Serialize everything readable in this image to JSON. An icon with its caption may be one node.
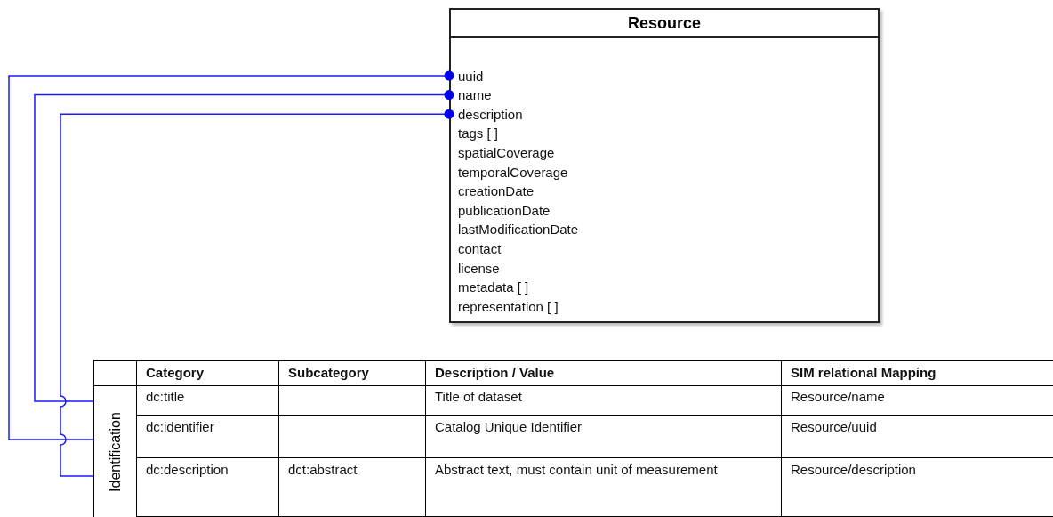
{
  "diagram": {
    "nodes": [
      {
        "text": [
          "Resource"
        ]
      },
      {
        "text": [
          "uuid"
        ],
        "in": 0
      },
      {
        "text": [
          "name"
        ],
        "in": 0
      },
      {
        "text": [
          "description"
        ],
        "in": 0
      },
      {
        "text": [
          "tags [ ]"
        ],
        "in": 0
      },
      {
        "text": [
          "spatialCoverage"
        ],
        "in": 0
      },
      {
        "text": [
          "temporalCoverage"
        ],
        "in": 0
      },
      {
        "text": [
          "creationDate"
        ],
        "in": 0
      },
      {
        "text": [
          "publicationDate"
        ],
        "in": 0
      },
      {
        "text": [
          "lastModificationDate"
        ],
        "in": 0
      },
      {
        "text": [
          "contact"
        ],
        "in": 0
      },
      {
        "text": [
          "license"
        ],
        "in": 0
      },
      {
        "text": [
          "metadata [ ]"
        ],
        "in": 0
      },
      {
        "text": [
          "representation [ ]"
        ],
        "in": 0
      },
      {
        "text": [
          "dc:title",
          "Title of dataset",
          "Resource/name"
        ]
      },
      {
        "text": [
          "dc:identifier",
          "Catalog Unique Identifier",
          "Resource/uuid"
        ]
      },
      {
        "text": [
          "dc:description",
          "dct:abstract",
          "Abstract text, must contain unit of measurement",
          "Resource/description"
        ]
      }
    ],
    "edges": [
      {
        "from": 1,
        "to": 15,
        "arrow": "other"
      },
      {
        "from": 2,
        "to": 14,
        "arrow": "other"
      },
      {
        "from": 3,
        "to": 16,
        "arrow": "other"
      }
    ],
    "labels": [
      "Category",
      "Subcategory",
      "Description / Value",
      "SIM relational Mapping",
      "Identification"
    ]
  }
}
